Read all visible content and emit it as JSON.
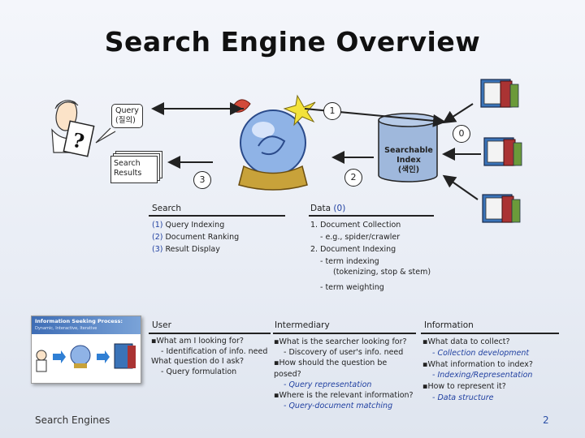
{
  "title": "Search Engine Overview",
  "diagram": {
    "query_label": "Query",
    "query_korean": "(질의)",
    "results_label_1": "Search",
    "results_label_2": "Results",
    "index_label_1": "Searchable",
    "index_label_2": "Index",
    "index_korean": "(색인)",
    "num_1": "1",
    "num_0": "0",
    "num_2": "2",
    "num_3": "3"
  },
  "search_section": {
    "header": "Search",
    "items": [
      {
        "num": "(1)",
        "text": " Query Indexing"
      },
      {
        "num": "(2)",
        "text": " Document Ranking"
      },
      {
        "num": "(3)",
        "text": " Result Display"
      }
    ]
  },
  "data_section": {
    "header": "Data ",
    "header_num": "(0)",
    "lines": [
      "1. Document Collection",
      "- e.g., spider/crawler",
      "2. Document Indexing",
      "- term indexing",
      "(tokenizing, stop & stem)",
      "- term weighting"
    ]
  },
  "isp_image": {
    "title": "Information Seeking Process:",
    "subtitle": "Dynamic, Interactive, Iterative"
  },
  "table": {
    "user": {
      "header": "User",
      "lines": [
        "▪What am I looking for?",
        "- Identification of info. need",
        "What question do I ask?",
        "- Query formulation"
      ]
    },
    "intermediary": {
      "header": "Intermediary",
      "l1": "▪What is the searcher looking for?",
      "l2": "- Discovery of user's info. need",
      "l3": "▪How should the question be",
      "l4": "posed?",
      "l5": "- Query representation",
      "l6": "▪Where is the relevant information?",
      "l7": "- Query-document matching"
    },
    "information": {
      "header": "Information",
      "l1": "▪What data to collect?",
      "l2": "- Collection development",
      "l3": "▪What information to index?",
      "l4": "- Indexing/Representation",
      "l5": "▪How to represent it?",
      "l6": "- Data structure"
    }
  },
  "footer": {
    "left": "Search Engines",
    "page": "2"
  }
}
